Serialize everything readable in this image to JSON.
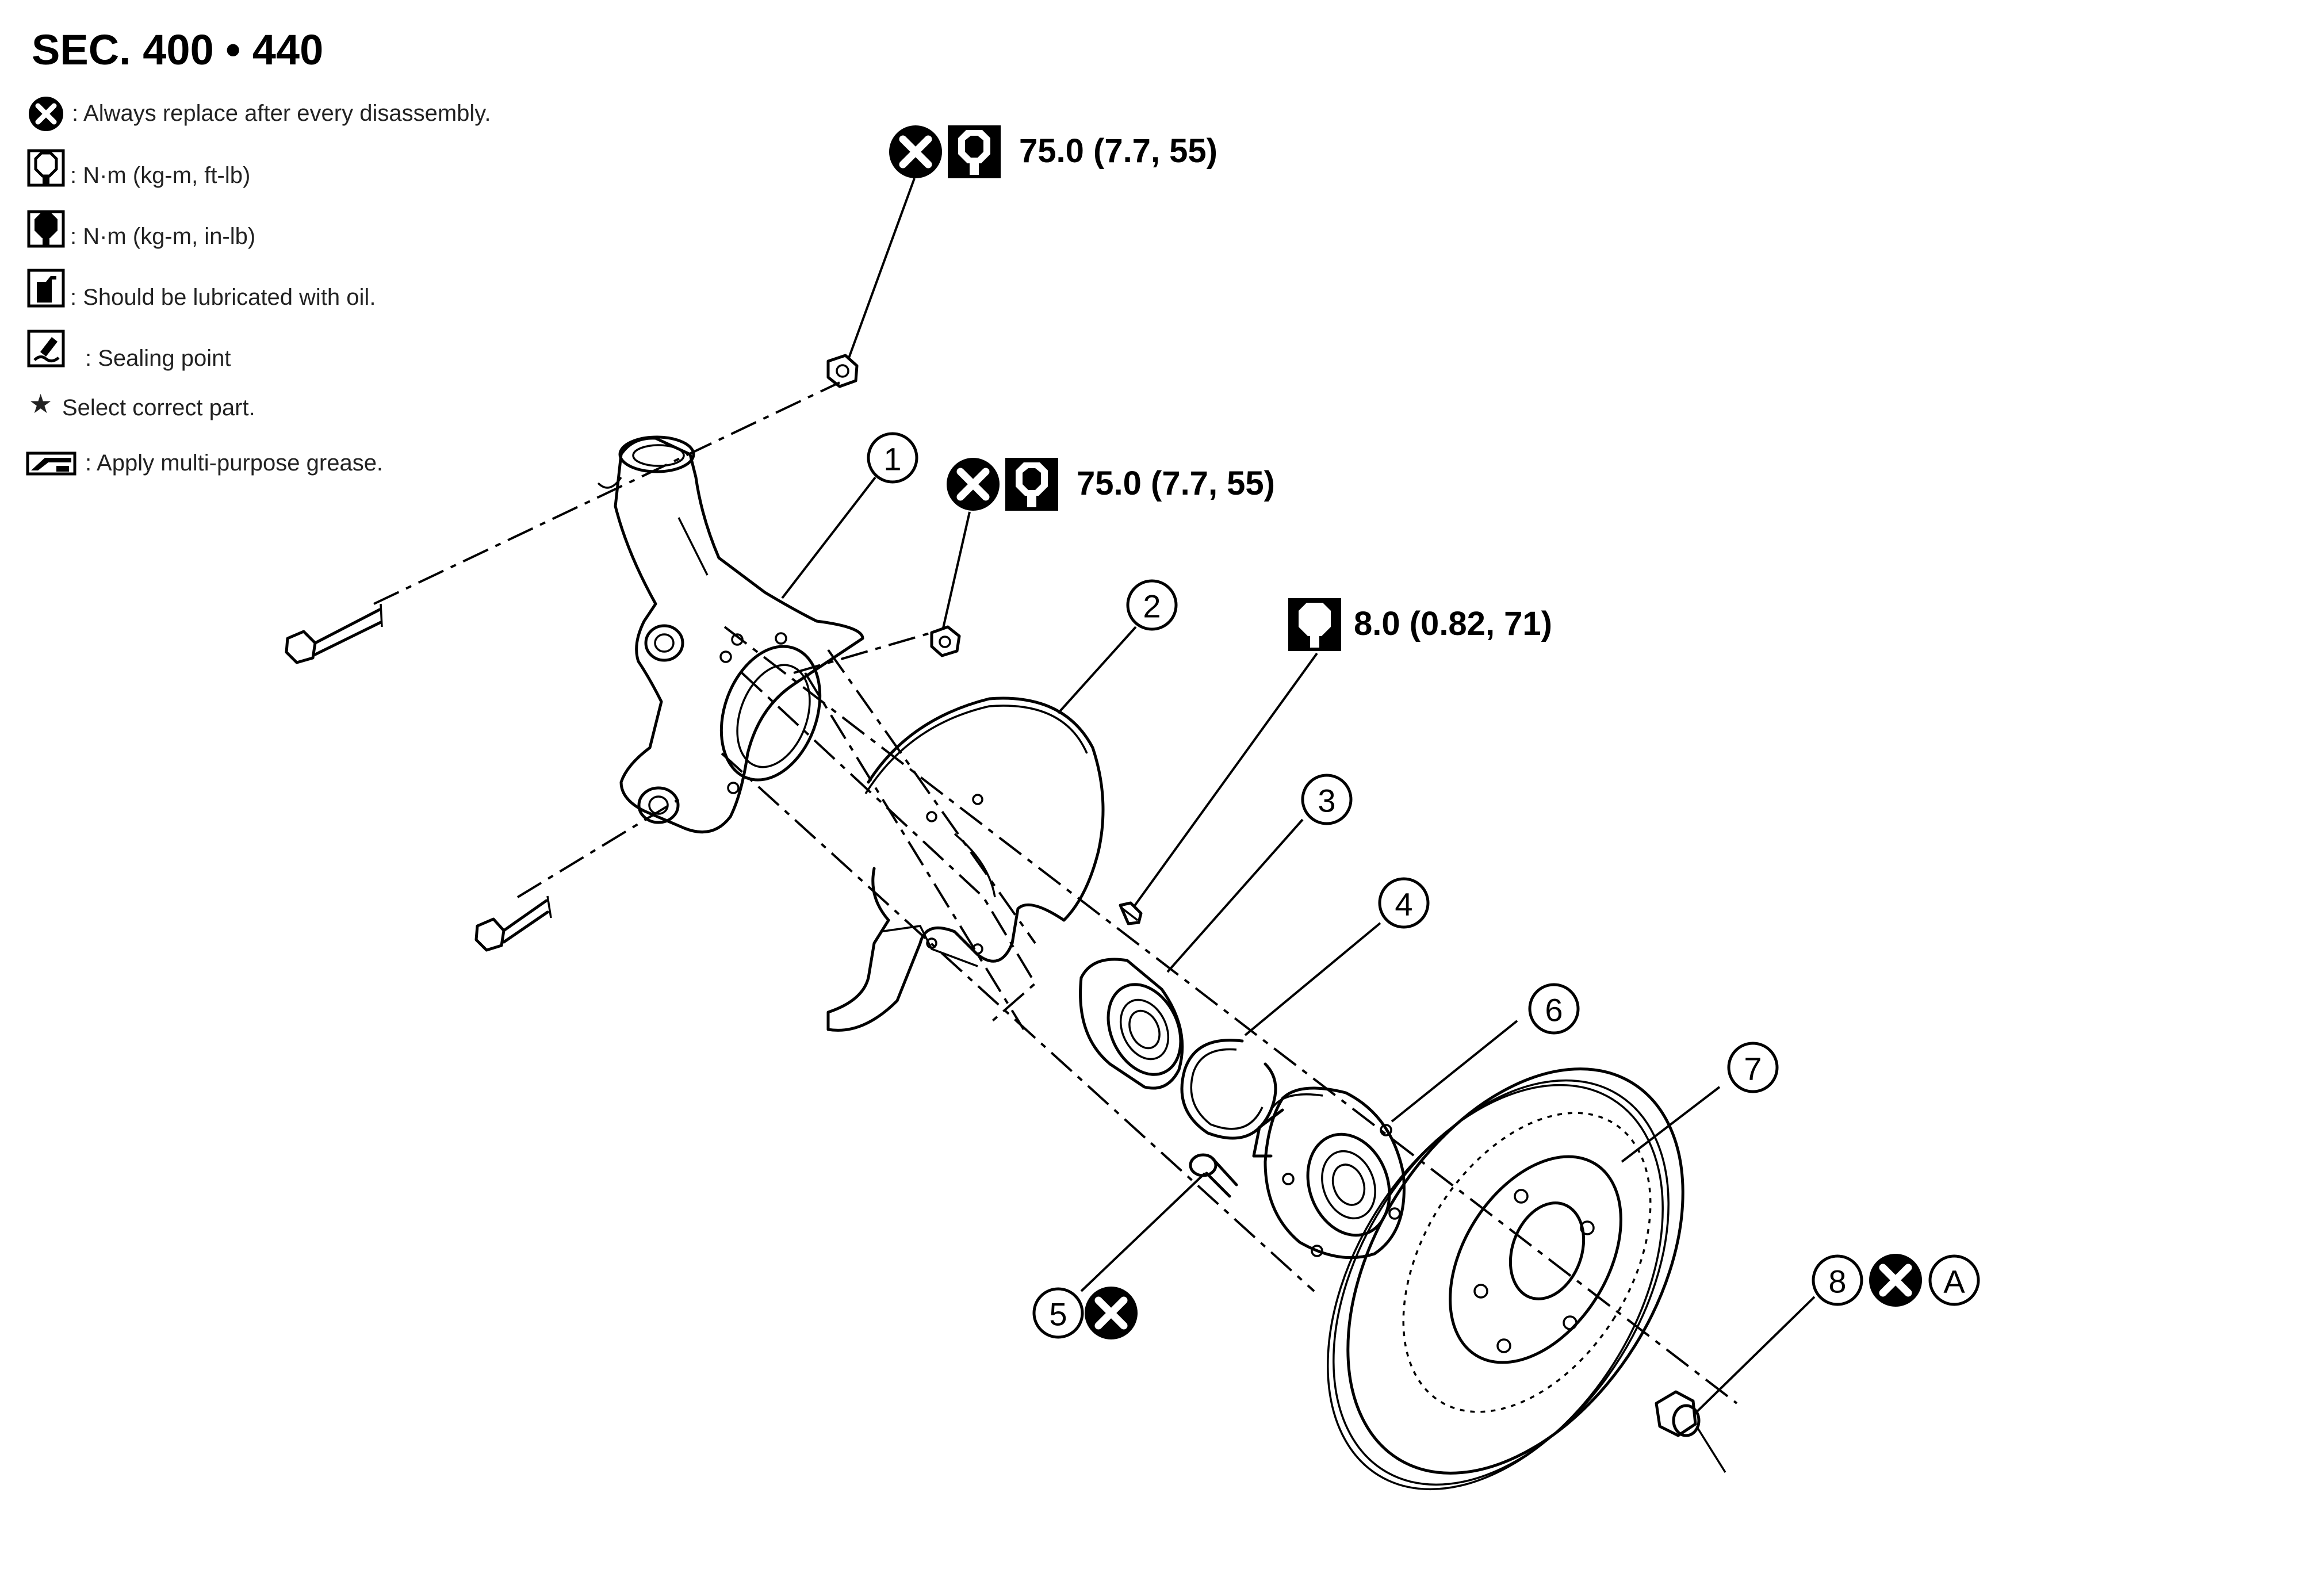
{
  "section_title": "SEC. 400 • 440",
  "legend": [
    {
      "icon": "replace-x-icon",
      "text": ": Always replace after every disassembly."
    },
    {
      "icon": "torque-wrench-icon",
      "text": ": N·m (kg-m, ft-lb)"
    },
    {
      "icon": "torque-wrench-filled-icon",
      "text": ": N·m (kg-m, in-lb)"
    },
    {
      "icon": "oil-can-icon",
      "text": ": Should be lubricated with oil."
    },
    {
      "icon": "sealing-point-icon",
      "text": ": Sealing point"
    },
    {
      "icon": "star-icon",
      "glyph": "★",
      "text": "Select correct part."
    },
    {
      "icon": "grease-gun-icon",
      "text": ": Apply multi-purpose grease."
    }
  ],
  "torque_specs": [
    {
      "value": "75.0 (7.7, 55)",
      "icons": [
        "replace-x-icon",
        "torque-wrench-icon"
      ]
    },
    {
      "value": "75.0 (7.7, 55)",
      "icons": [
        "replace-x-icon",
        "torque-wrench-icon"
      ]
    },
    {
      "value": "8.0 (0.82, 71)",
      "icons": [
        "torque-wrench-filled-icon"
      ]
    }
  ],
  "callouts": [
    "1",
    "2",
    "3",
    "4",
    "5",
    "6",
    "7",
    "8"
  ],
  "reference_letter": "A",
  "colors": {
    "ink": "#000000",
    "paper": "#ffffff",
    "legend_text": "#222222"
  }
}
